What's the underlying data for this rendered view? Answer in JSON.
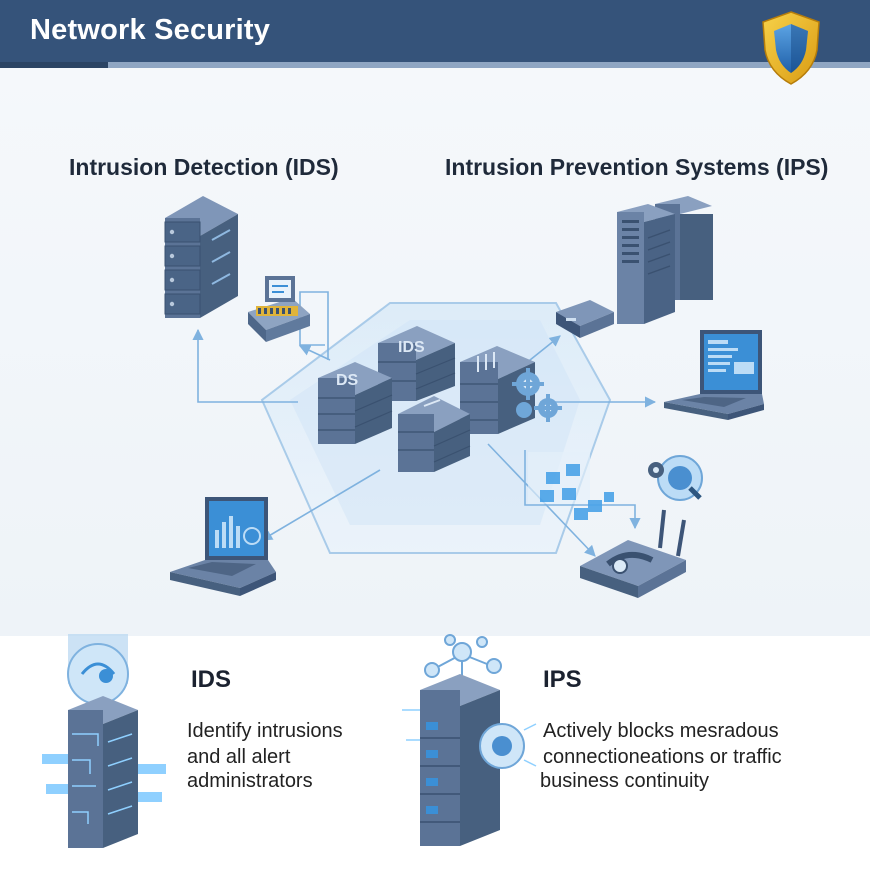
{
  "header": {
    "title": "Network Security"
  },
  "sections": {
    "ids_title": "Intrusion Detection (IDS)",
    "ips_title": "Intrusion Prevention Systems (IPS)"
  },
  "center_labels": {
    "server_a": "IDS",
    "server_b": "DS"
  },
  "cards": {
    "ids": {
      "title": "IDS",
      "lines": [
        "Identify intrusions",
        "and all alert",
        "administrators"
      ]
    },
    "ips": {
      "title": "IPS",
      "lines": [
        "Actively blocks mesradous",
        "connectioneations or traffic",
        "business continuity"
      ]
    }
  },
  "icons": {
    "shield": "shield-icon",
    "server": "server-rack-icon",
    "laptop": "laptop-icon",
    "router": "router-icon",
    "gear": "gear-icon"
  },
  "colors": {
    "header": "#35537a",
    "device": "#5b7396",
    "screen": "#3b8fd6",
    "zone": "#cfe3f6",
    "accent": "#f2b81b"
  }
}
